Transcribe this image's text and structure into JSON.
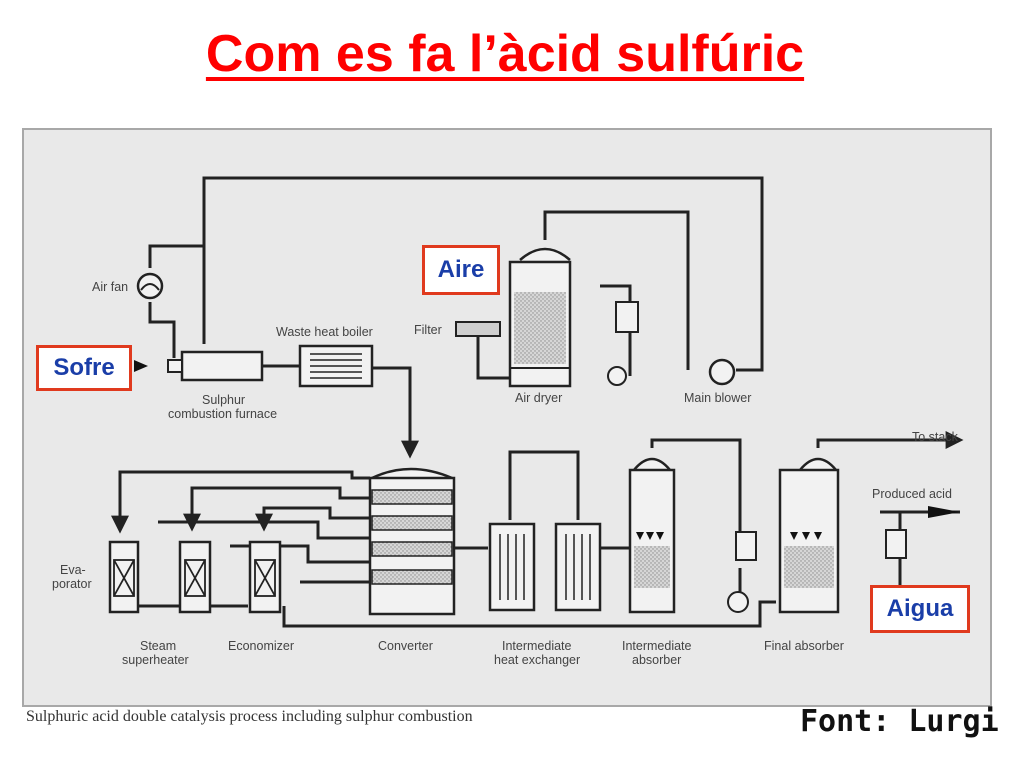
{
  "title": "Com es fa l’àcid sulfúric",
  "callouts": {
    "sofre": "Sofre",
    "aire": "Aire",
    "aigua": "Aigua"
  },
  "diagram_labels": {
    "air_fan": "Air fan",
    "waste_heat_boiler": "Waste heat boiler",
    "filter": "Filter",
    "sulphur_furnace_1": "Sulphur",
    "sulphur_furnace_2": "combustion furnace",
    "air_dryer": "Air dryer",
    "main_blower": "Main blower",
    "to_stack": "To stack",
    "produced_acid": "Produced acid",
    "evaporator_1": "Eva-",
    "evaporator_2": "porator",
    "steam_superheater_1": "Steam",
    "steam_superheater_2": "superheater",
    "economizer": "Economizer",
    "converter": "Converter",
    "intermediate_hx_1": "Intermediate",
    "intermediate_hx_2": "heat exchanger",
    "intermediate_absorber_1": "Intermediate",
    "intermediate_absorber_2": "absorber",
    "final_absorber": "Final absorber"
  },
  "caption": "Sulphuric acid double catalysis process including sulphur combustion",
  "source": "Font: Lurgi",
  "colors": {
    "title": "#ff0000",
    "callout_border": "#e03a1e",
    "callout_text": "#1a3ea8"
  }
}
